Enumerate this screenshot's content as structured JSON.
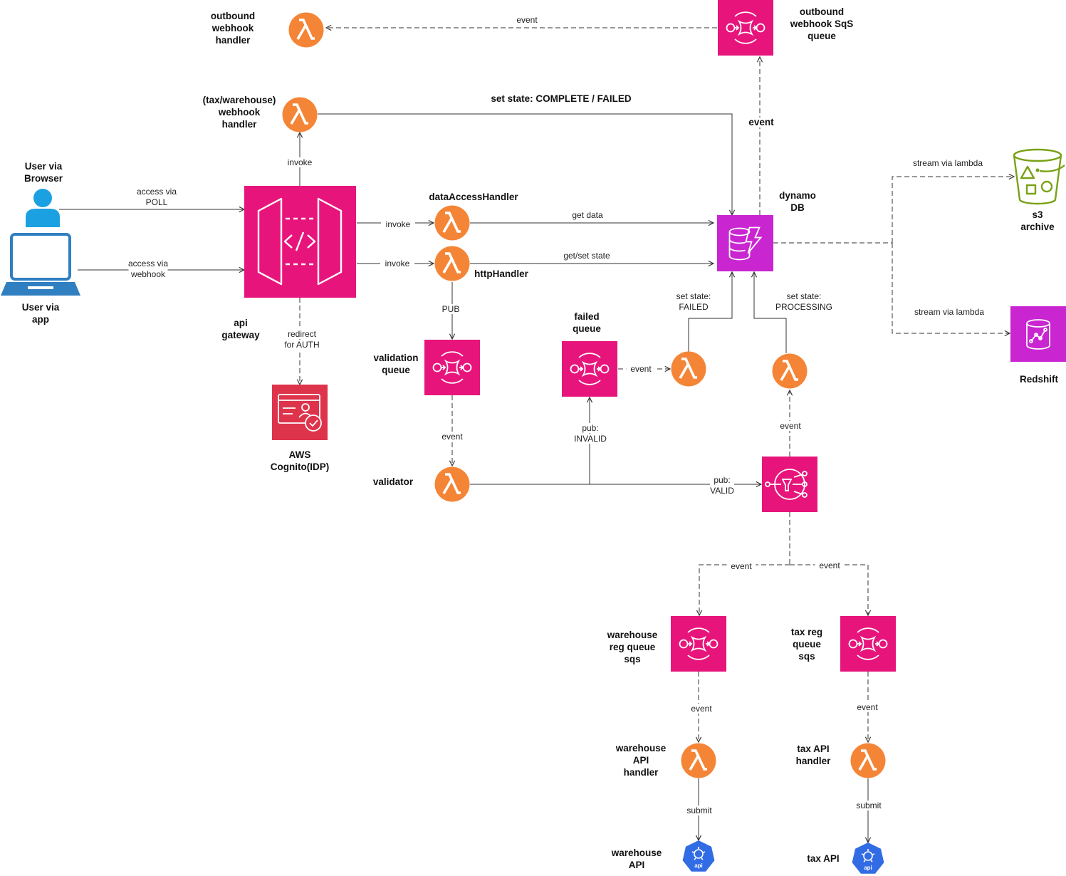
{
  "colors": {
    "lambda": "#F58536",
    "sqs": "#E7157B",
    "sns": "#E7157B",
    "api_gateway": "#E7157B",
    "dynamo": "#C925D1",
    "redshift": "#C925D1",
    "cognito": "#DD344C",
    "s3": "#7AA116",
    "user": "#1BA1E2",
    "laptop": "#2F7FC1",
    "ext_api": "#326CE5",
    "edge": "#333333"
  },
  "nodes": {
    "outbound_handler": {
      "label": [
        "outbound",
        "webhook",
        "handler"
      ],
      "icon": "lambda-icon"
    },
    "outbound_queue": {
      "label": [
        "outbound",
        "webhook SqS",
        "queue"
      ],
      "icon": "sqs-icon"
    },
    "webhook_handler": {
      "label": [
        "(tax/warehouse)",
        "webhook",
        "handler"
      ],
      "icon": "lambda-icon"
    },
    "user_browser": {
      "label": [
        "User via",
        "Browser"
      ],
      "icon": "user-icon"
    },
    "user_app": {
      "label": [
        "User via",
        "app"
      ],
      "icon": "laptop-icon"
    },
    "api_gateway": {
      "label": [
        "api",
        "gateway"
      ],
      "icon": "api-gateway-icon"
    },
    "cognito": {
      "label": [
        "AWS",
        "Cognito(IDP)"
      ],
      "icon": "cognito-icon"
    },
    "data_access_handler": {
      "label": [
        "dataAccessHandler"
      ],
      "icon": "lambda-icon"
    },
    "http_handler": {
      "label": [
        "httpHandler"
      ],
      "icon": "lambda-icon"
    },
    "dynamo": {
      "label": [
        "dynamo",
        "DB"
      ],
      "icon": "dynamodb-icon"
    },
    "s3": {
      "label": [
        "s3",
        "archive"
      ],
      "icon": "s3-bucket-icon"
    },
    "redshift": {
      "label": [
        "Redshift"
      ],
      "icon": "redshift-icon"
    },
    "validation_queue": {
      "label": [
        "validation",
        "queue"
      ],
      "icon": "sqs-icon"
    },
    "failed_queue": {
      "label": [
        "failed",
        "queue"
      ],
      "icon": "sqs-icon"
    },
    "failed_lambda": {
      "label": [],
      "icon": "lambda-icon"
    },
    "processing_lambda": {
      "label": [],
      "icon": "lambda-icon"
    },
    "validator": {
      "label": [
        "validator"
      ],
      "icon": "lambda-icon"
    },
    "sns": {
      "label": [],
      "icon": "sns-icon"
    },
    "warehouse_queue": {
      "label": [
        "warehouse",
        "reg queue",
        "sqs"
      ],
      "icon": "sqs-icon"
    },
    "tax_queue": {
      "label": [
        "tax reg",
        "queue",
        "sqs"
      ],
      "icon": "sqs-icon"
    },
    "warehouse_handler": {
      "label": [
        "warehouse",
        "API",
        "handler"
      ],
      "icon": "lambda-icon"
    },
    "tax_handler": {
      "label": [
        "tax API",
        "handler"
      ],
      "icon": "lambda-icon"
    },
    "warehouse_api": {
      "label": [
        "warehouse",
        "API"
      ],
      "icon": "api-icon"
    },
    "tax_api": {
      "label": [
        "tax API"
      ],
      "icon": "api-icon"
    }
  },
  "api_badge_text": "api",
  "edges": {
    "outbound_event": [
      "event"
    ],
    "set_state_complete": [
      "set state: COMPLETE / FAILED"
    ],
    "dynamo_event": [
      "event"
    ],
    "invoke_webhook": [
      "invoke"
    ],
    "access_poll": [
      "access via",
      "POLL"
    ],
    "access_webhook": [
      "access via",
      "webhook"
    ],
    "invoke_data": [
      "invoke"
    ],
    "invoke_http": [
      "invoke"
    ],
    "get_data": [
      "get data"
    ],
    "get_set_state": [
      "get/set state"
    ],
    "redirect_auth": [
      "redirect",
      "for AUTH"
    ],
    "pub": [
      "PUB"
    ],
    "stream_s3": [
      "stream via lambda"
    ],
    "stream_redshift": [
      "stream via lambda"
    ],
    "set_state_failed": [
      "set state:",
      "FAILED"
    ],
    "set_state_processing": [
      "set state:",
      "PROCESSING"
    ],
    "failed_event": [
      "event"
    ],
    "validation_event": [
      "event"
    ],
    "pub_invalid": [
      "pub:",
      "INVALID"
    ],
    "pub_valid": [
      "pub:",
      "VALID"
    ],
    "sns_event": [
      "event"
    ],
    "warehouse_event": [
      "event"
    ],
    "tax_event": [
      "event"
    ],
    "warehouse_queue_event": [
      "event"
    ],
    "tax_queue_event": [
      "event"
    ],
    "warehouse_submit": [
      "submit"
    ],
    "tax_submit": [
      "submit"
    ]
  }
}
